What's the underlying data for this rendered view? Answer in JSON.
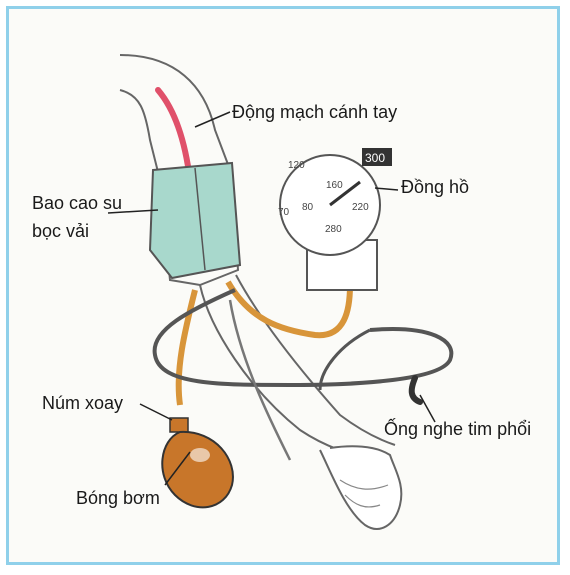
{
  "labels": {
    "artery": "Động mạch cánh tay",
    "gauge": "Đồng hồ",
    "cuff_line1": "Bao cao su",
    "cuff_line2": "bọc vải",
    "valve": "Núm xoay",
    "stethoscope": "Ống nghe tim phổi",
    "bulb": "Bóng bơm"
  },
  "gauge_marks": {
    "top_readout": "300",
    "left_top": "120",
    "mid_top": "160",
    "left": "70",
    "mid_left": "80",
    "right": "220",
    "bottom": "280"
  },
  "colors": {
    "border": "#8fd0ea",
    "artery": "#e0506a",
    "cuff": "#a8d8cc",
    "tube": "#d8953a",
    "bulb": "#c8762a"
  }
}
